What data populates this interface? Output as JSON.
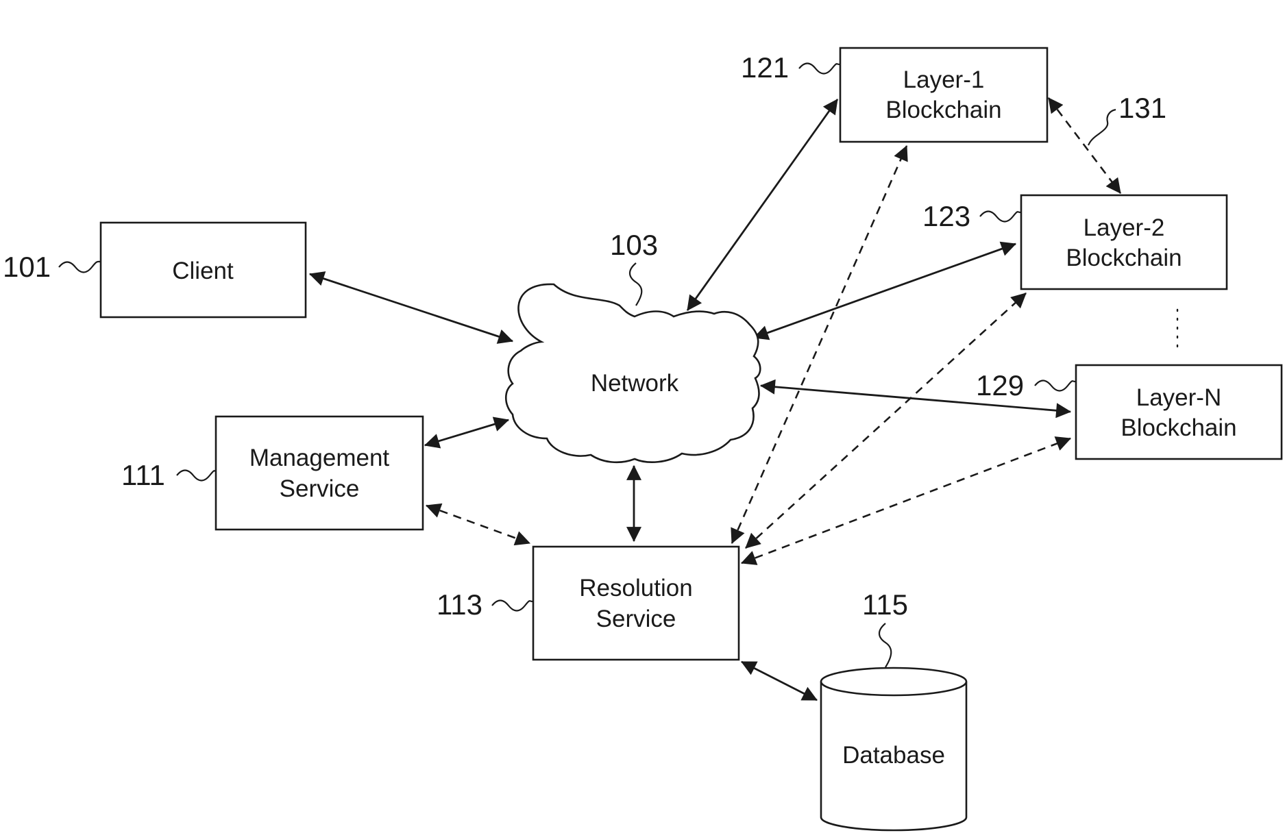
{
  "nodes": {
    "client": {
      "label_lines": [
        "Client"
      ],
      "ref": "101"
    },
    "network": {
      "label_lines": [
        "Network"
      ],
      "ref": "103"
    },
    "management_service": {
      "label_lines": [
        "Management",
        "Service"
      ],
      "ref": "111"
    },
    "resolution_service": {
      "label_lines": [
        "Resolution",
        "Service"
      ],
      "ref": "113"
    },
    "database": {
      "label_lines": [
        "Database"
      ],
      "ref": "115"
    },
    "layer1_blockchain": {
      "label_lines": [
        "Layer-1",
        "Blockchain"
      ],
      "ref": "121"
    },
    "layer2_blockchain": {
      "label_lines": [
        "Layer-2",
        "Blockchain"
      ],
      "ref": "123"
    },
    "layerN_blockchain": {
      "label_lines": [
        "Layer-N",
        "Blockchain"
      ],
      "ref": "129"
    }
  },
  "annotations": {
    "layer_link_ref": "131"
  },
  "edges": [
    {
      "from": "client",
      "to": "network",
      "style": "solid",
      "direction": "bidirectional"
    },
    {
      "from": "management_service",
      "to": "network",
      "style": "solid",
      "direction": "bidirectional"
    },
    {
      "from": "network",
      "to": "resolution_service",
      "style": "solid",
      "direction": "bidirectional"
    },
    {
      "from": "network",
      "to": "layer1_blockchain",
      "style": "solid",
      "direction": "bidirectional"
    },
    {
      "from": "network",
      "to": "layer2_blockchain",
      "style": "solid",
      "direction": "bidirectional"
    },
    {
      "from": "network",
      "to": "layerN_blockchain",
      "style": "solid",
      "direction": "bidirectional"
    },
    {
      "from": "management_service",
      "to": "resolution_service",
      "style": "dashed",
      "direction": "bidirectional"
    },
    {
      "from": "resolution_service",
      "to": "layer1_blockchain",
      "style": "dashed",
      "direction": "bidirectional"
    },
    {
      "from": "resolution_service",
      "to": "layer2_blockchain",
      "style": "dashed",
      "direction": "bidirectional"
    },
    {
      "from": "resolution_service",
      "to": "layerN_blockchain",
      "style": "dashed",
      "direction": "bidirectional"
    },
    {
      "from": "layer1_blockchain",
      "to": "layer2_blockchain",
      "style": "dashed",
      "direction": "bidirectional"
    },
    {
      "from": "resolution_service",
      "to": "database",
      "style": "solid",
      "direction": "bidirectional"
    }
  ]
}
